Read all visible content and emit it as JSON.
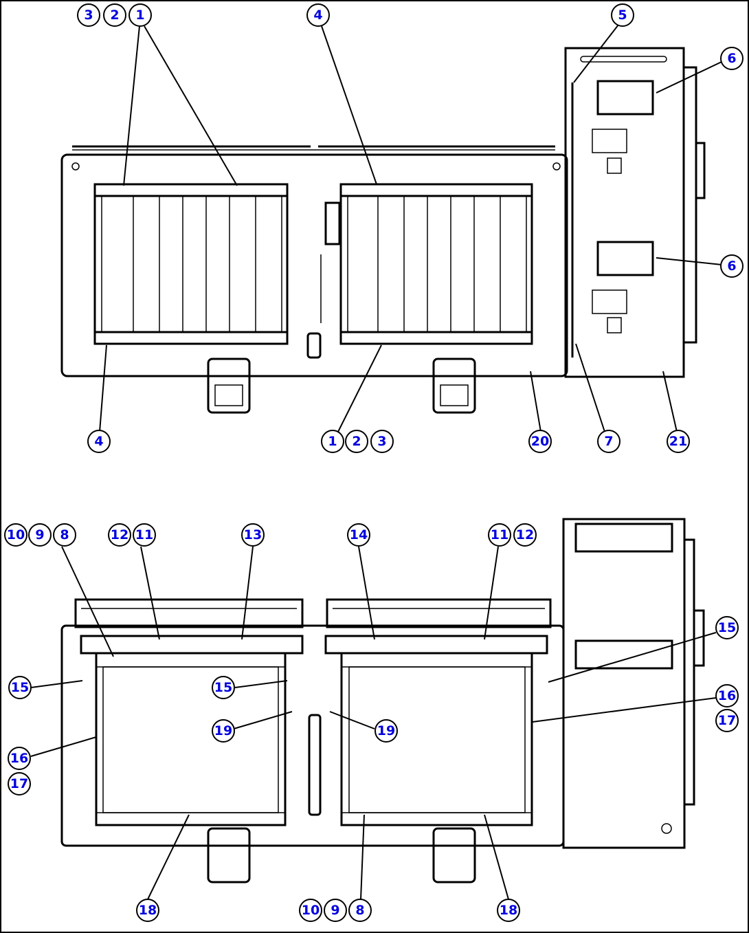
{
  "diagram": {
    "top_view": {
      "callouts": [
        "3",
        "2",
        "1",
        "4",
        "5",
        "6",
        "6",
        "4",
        "1",
        "2",
        "3",
        "20",
        "7",
        "21"
      ]
    },
    "bottom_view": {
      "callouts": [
        "10",
        "9",
        "8",
        "12",
        "11",
        "13",
        "14",
        "11",
        "12",
        "15",
        "15",
        "15",
        "19",
        "19",
        "16",
        "17",
        "16",
        "17",
        "18",
        "10",
        "9",
        "8",
        "18"
      ]
    }
  }
}
